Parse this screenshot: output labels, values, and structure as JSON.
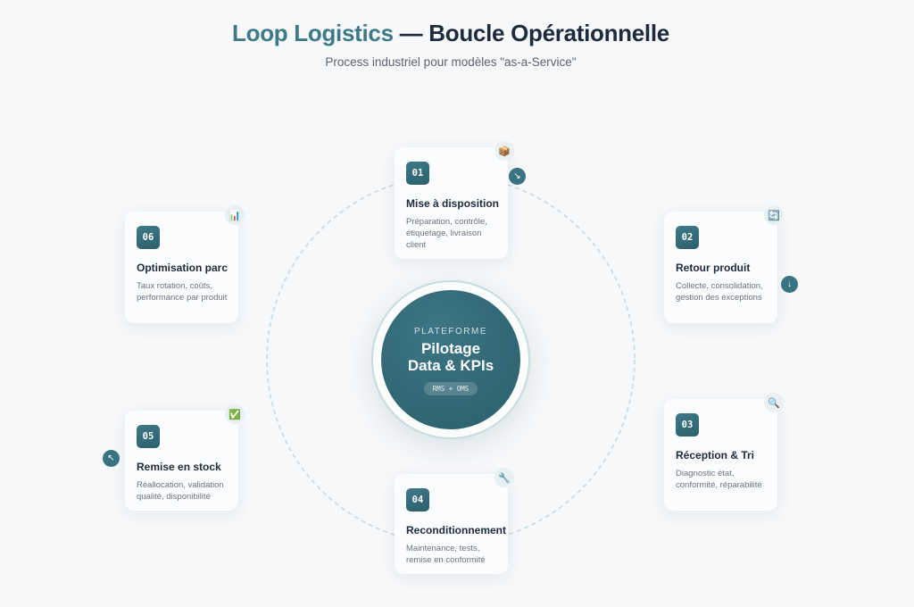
{
  "header": {
    "title_brand": "Loop Logistics",
    "title_rest": " — Boucle Opérationnelle",
    "subtitle": "Process industriel pour modèles \"as-a-Service\""
  },
  "hub": {
    "kicker": "PLATEFORME",
    "title_line1": "Pilotage",
    "title_line2": "Data & KPIs",
    "pill": "RMS + OMS"
  },
  "steps": [
    {
      "number": "01",
      "title": "Mise à disposition",
      "desc": "Préparation, contrôle, étiquetage, livraison client",
      "emoji": "📦",
      "icon": "package-icon",
      "arrow": "↘"
    },
    {
      "number": "02",
      "title": "Retour produit",
      "desc": "Collecte, consolidation, gestion des exceptions",
      "emoji": "🔄",
      "icon": "refresh-icon",
      "arrow": "↓"
    },
    {
      "number": "03",
      "title": "Réception & Tri",
      "desc": "Diagnostic état, conformité, réparabilité",
      "emoji": "🔍",
      "icon": "magnifier-icon",
      "arrow": ""
    },
    {
      "number": "04",
      "title": "Reconditionnement",
      "desc": "Maintenance, tests, remise en conformité",
      "emoji": "🔧",
      "icon": "wrench-icon",
      "arrow": ""
    },
    {
      "number": "05",
      "title": "Remise en stock",
      "desc": "Réallocation, validation qualité, disponibilité",
      "emoji": "✅",
      "icon": "check-icon",
      "arrow": "↖"
    },
    {
      "number": "06",
      "title": "Optimisation parc",
      "desc": "Taux rotation, coûts, performance par produit",
      "emoji": "📊",
      "icon": "bar-chart-icon",
      "arrow": ""
    }
  ],
  "colors": {
    "accent": "#3f7a88",
    "dark": "#1f2a3c",
    "hub": "#2c5f6c"
  }
}
